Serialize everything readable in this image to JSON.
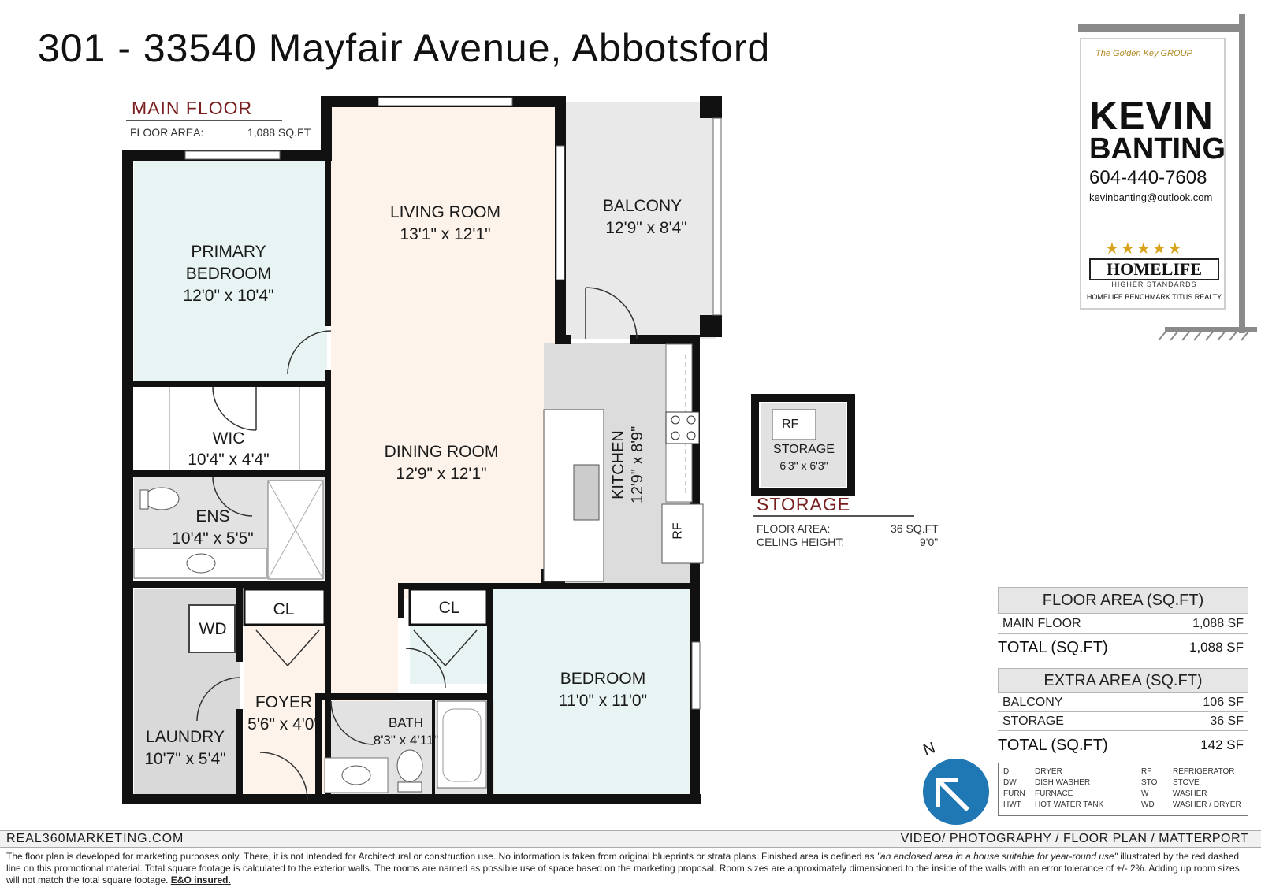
{
  "title": "301 - 33540 Mayfair Avenue, Abbotsford",
  "main_floor": {
    "heading": "MAIN FLOOR",
    "area_label": "FLOOR AREA:",
    "area_value": "1,088 SQ.FT"
  },
  "storage": {
    "heading": "STORAGE",
    "area_label": "FLOOR AREA:",
    "area_value": "36 SQ.FT",
    "ceiling_label": "CELING HEIGHT:",
    "ceiling_value": "9'0\""
  },
  "rooms": {
    "living": {
      "name": "LIVING ROOM",
      "dim": "13'1\" x 12'1\""
    },
    "balcony": {
      "name": "BALCONY",
      "dim": "12'9\" x 8'4\""
    },
    "primary": {
      "name1": "PRIMARY",
      "name2": "BEDROOM",
      "dim": "12'0\" x 10'4\""
    },
    "wic": {
      "name": "WIC",
      "dim": "10'4\" x 4'4\""
    },
    "dining": {
      "name": "DINING ROOM",
      "dim": "12'9\" x 12'1\""
    },
    "kitchen": {
      "name": "KITCHEN",
      "dim": "12'9\" x 8'9\""
    },
    "ens": {
      "name": "ENS",
      "dim": "10'4\" x 5'5\""
    },
    "cl1": {
      "name": "CL"
    },
    "cl2": {
      "name": "CL"
    },
    "wd": {
      "name": "WD"
    },
    "laundry": {
      "name": "LAUNDRY",
      "dim": "10'7\" x 5'4\""
    },
    "foyer": {
      "name": "FOYER",
      "dim": "5'6\" x 4'0\""
    },
    "bath": {
      "name": "BATH",
      "dim": "8'3\" x 4'11\""
    },
    "bedroom": {
      "name": "BEDROOM",
      "dim": "11'0\" x 11'0\""
    },
    "rf_kitchen": {
      "name": "RF"
    },
    "storage_room": {
      "name": "STORAGE",
      "dim": "6'3\" x 6'3\"",
      "rf": "RF"
    }
  },
  "floor_table": {
    "heading": "FLOOR AREA (SQ.FT)",
    "rows": [
      {
        "label": "MAIN FLOOR",
        "value": "1,088 SF"
      }
    ],
    "total_label": "TOTAL (SQ.FT)",
    "total_value": "1,088 SF"
  },
  "extra_table": {
    "heading": "EXTRA AREA (SQ.FT)",
    "rows": [
      {
        "label": "BALCONY",
        "value": "106 SF"
      },
      {
        "label": "STORAGE",
        "value": "36 SF"
      }
    ],
    "total_label": "TOTAL (SQ.FT)",
    "total_value": "142 SF"
  },
  "legend": [
    {
      "abbr": "D",
      "full": "DRYER",
      "abbr2": "RF",
      "full2": "REFRIGERATOR"
    },
    {
      "abbr": "DW",
      "full": "DISH WASHER",
      "abbr2": "STO",
      "full2": "STOVE"
    },
    {
      "abbr": "FURN",
      "full": "FURNACE",
      "abbr2": "W",
      "full2": "WASHER"
    },
    {
      "abbr": "HWT",
      "full": "HOT WATER TANK",
      "abbr2": "WD",
      "full2": "WASHER / DRYER"
    }
  ],
  "compass": {
    "label": "N"
  },
  "agent": {
    "logo_text": "The Golden Key GROUP",
    "name1": "KEVIN",
    "name2": "BANTING",
    "phone": "604-440-7608",
    "email": "kevinbanting@outlook.com",
    "brand": "HOMELIFE",
    "brand_tagline": "HIGHER STANDARDS",
    "brokerage": "HOMELIFE BENCHMARK TITUS REALTY"
  },
  "footer": {
    "website": "REAL360MARKETING.COM",
    "services": "VIDEO/ PHOTOGRAPHY / FLOOR PLAN / MATTERPORT",
    "disclaimer_1": "The floor plan is developed for marketing purposes only. There, it is not intended for Architectural or construction use. No information is  taken from original blueprints or strata plans. Finished area is defined as ",
    "disclaimer_quote": "\"an enclosed area in a house suitable for year-round use\"",
    "disclaimer_2": " illustrated by the red dashed line on this promotional material. Total square footage is calculated to the exterior walls. The rooms are named as possible use of space based on the marketing proposal. Room sizes are approximately dimensioned to the inside of the walls with an error tolerance of +/- 2%. Adding up room sizes will not match the total square footage. ",
    "eo": "E&O insured."
  },
  "colors": {
    "wall": "#111111",
    "living": "#fdf3ea",
    "bedroom": "#e8f3f4",
    "balcony": "#e9e9e9",
    "service": "#d9d9d9",
    "heading_red": "#7a1f1f",
    "compass": "#1f78b4"
  }
}
